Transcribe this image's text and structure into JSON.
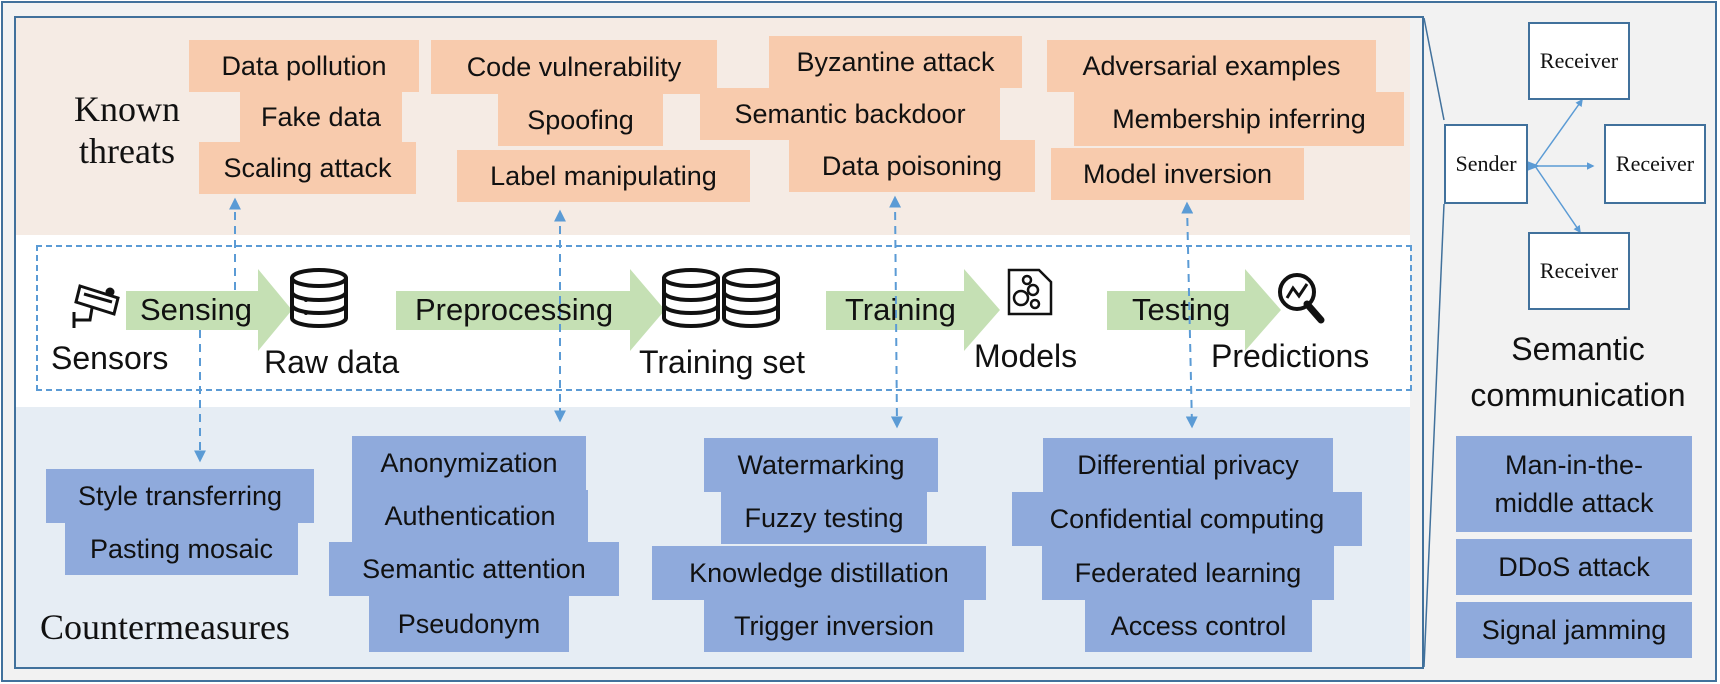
{
  "colors": {
    "threat_fill": "#f8cbad",
    "counter_fill": "#8faadc",
    "arrow_fill": "#c5e0b4",
    "link_blue": "#5b9bd5",
    "border_blue": "#41719c"
  },
  "known_threats_label": [
    "Known",
    "threats"
  ],
  "countermeasures_label": "Countermeasures",
  "threats": {
    "sensing": [
      "Data pollution",
      "Fake data",
      "Scaling attack"
    ],
    "preprocessing": [
      "Code vulnerability",
      "Spoofing",
      "Label manipulating"
    ],
    "training": [
      "Byzantine attack",
      "Semantic backdoor",
      "Data poisoning"
    ],
    "testing": [
      "Adversarial examples",
      "Membership inferring",
      "Model inversion"
    ]
  },
  "pipeline": {
    "nodes": [
      "Sensors",
      "Raw data",
      "Training set",
      "Models",
      "Predictions"
    ],
    "stages": [
      "Sensing",
      "Preprocessing",
      "Training",
      "Testing"
    ],
    "icons": [
      "camera-icon",
      "database-icon",
      "database-stack-icon",
      "model-icon",
      "search-chart-icon"
    ]
  },
  "countermeasures": {
    "sensing": [
      "Style transferring",
      "Pasting mosaic"
    ],
    "preprocessing": [
      "Anonymization",
      "Authentication",
      "Semantic attention",
      "Pseudonym"
    ],
    "training": [
      "Watermarking",
      "Fuzzy testing",
      "Knowledge distillation",
      "Trigger inversion"
    ],
    "testing": [
      "Differential privacy",
      "Confidential computing",
      "Federated learning",
      "Access control"
    ]
  },
  "semantic": {
    "sender": "Sender",
    "receivers": [
      "Receiver",
      "Receiver",
      "Receiver"
    ],
    "title": [
      "Semantic",
      "communication"
    ],
    "attacks": [
      "Man-in-the-\nmiddle attack",
      "DDoS attack",
      "Signal jamming"
    ]
  }
}
